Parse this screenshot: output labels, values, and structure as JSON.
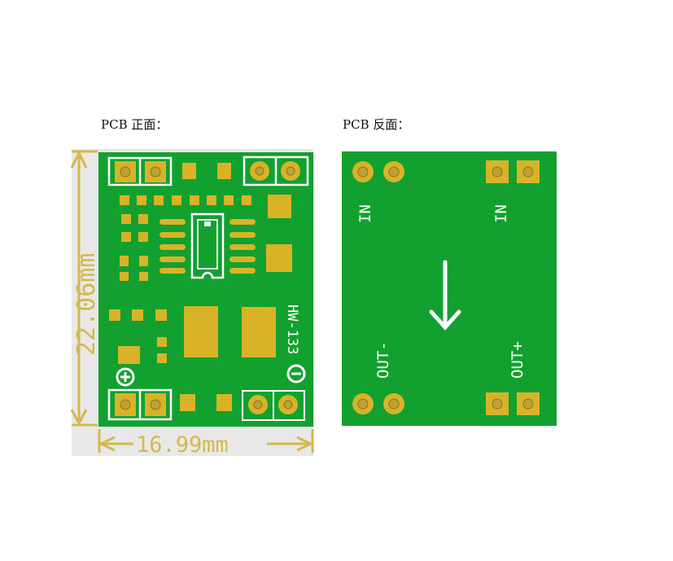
{
  "captions": {
    "front": "PCB 正面：",
    "back": "PCB 反面："
  },
  "front": {
    "model": "HW-133",
    "width_dim": "16.99mm",
    "height_dim": "22.06mm"
  },
  "back": {
    "in_left": "IN",
    "in_right": "IN",
    "out_minus": "OUT-",
    "out_plus": "OUT+"
  },
  "colors": {
    "pcb_green": "#12a12f",
    "pad_gold": "#d8b328",
    "dim_gold": "#d4b84a",
    "silkscreen": "#ffffff"
  }
}
